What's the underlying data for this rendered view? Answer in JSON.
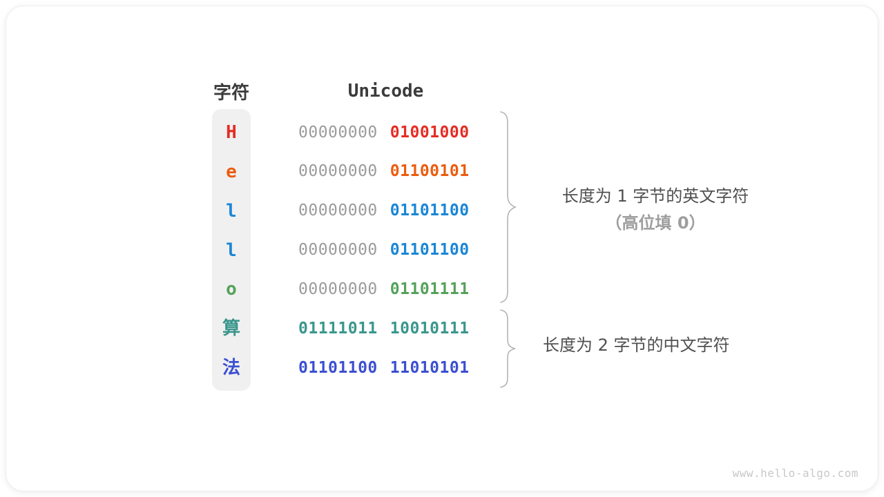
{
  "watermark": "www.hello-algo.com",
  "table": {
    "headers": {
      "char": "字符",
      "unicode": "Unicode"
    },
    "rows": [
      {
        "char": "H",
        "color": "#e52c23",
        "byte1": "00000000",
        "byte1_color": null,
        "byte2": "01001000",
        "byte2_color": "#e52c23"
      },
      {
        "char": "e",
        "color": "#eb5c0f",
        "byte1": "00000000",
        "byte1_color": null,
        "byte2": "01100101",
        "byte2_color": "#eb5c0f"
      },
      {
        "char": "l",
        "color": "#1a86d5",
        "byte1": "00000000",
        "byte1_color": null,
        "byte2": "01101100",
        "byte2_color": "#1a86d5"
      },
      {
        "char": "l",
        "color": "#1a86d5",
        "byte1": "00000000",
        "byte1_color": null,
        "byte2": "01101100",
        "byte2_color": "#1a86d5"
      },
      {
        "char": "o",
        "color": "#55a15a",
        "byte1": "00000000",
        "byte1_color": null,
        "byte2": "01101111",
        "byte2_color": "#55a15a"
      },
      {
        "char": "算",
        "color": "#3a968c",
        "byte1": "01111011",
        "byte1_color": "#3a968c",
        "byte2": "10010111",
        "byte2_color": "#3a968c"
      },
      {
        "char": "法",
        "color": "#3b4fd2",
        "byte1": "01101100",
        "byte1_color": "#3b4fd2",
        "byte2": "11010101",
        "byte2_color": "#3b4fd2"
      }
    ]
  },
  "annotations": {
    "english_group": {
      "line1": "长度为 1 字节的英文字符",
      "line2": "（高位填 0）"
    },
    "chinese_group": {
      "line1": "长度为 2 字节的中文字符"
    }
  },
  "colors": {
    "leading_zeros": "#9b9b9b",
    "header_text": "#3b3b3b",
    "label_text": "#4f4f4f",
    "label_sub_text": "#9e9e9e",
    "brace_stroke": "#b4b4b4",
    "column_background": "#f0f0f0"
  }
}
